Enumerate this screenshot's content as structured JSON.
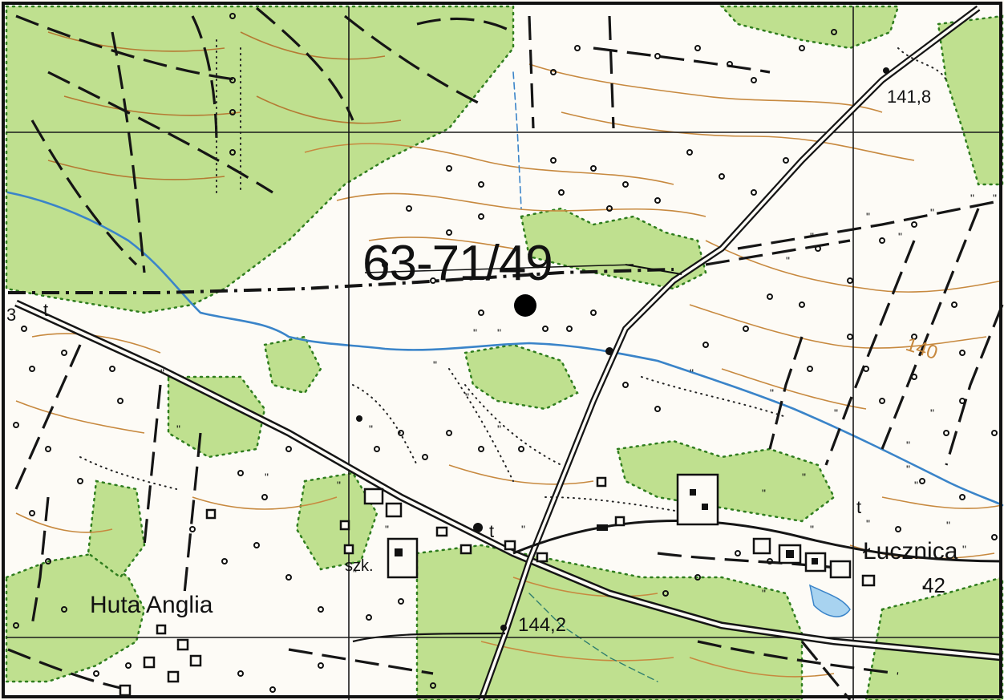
{
  "map": {
    "site_label": "63-71/49",
    "place_names": {
      "huta_anglia": "Huta Anglia",
      "lucznica": "Łucznica"
    },
    "spot_heights": {
      "h1": "141,8",
      "h2": "144,2",
      "h3": "42"
    },
    "contour_label": "140",
    "abbreviations": {
      "school": "szk.",
      "t1": "t",
      "t2": "t",
      "t3": "t",
      "edge_number": "3"
    },
    "colors": {
      "forest": "#bfe08f",
      "forest_edge": "#2f7d1e",
      "contour": "#c7893f",
      "water": "#3a84c9",
      "grid": "#1a1a1a",
      "paper": "#fdfbf6",
      "building": "#111111"
    }
  }
}
